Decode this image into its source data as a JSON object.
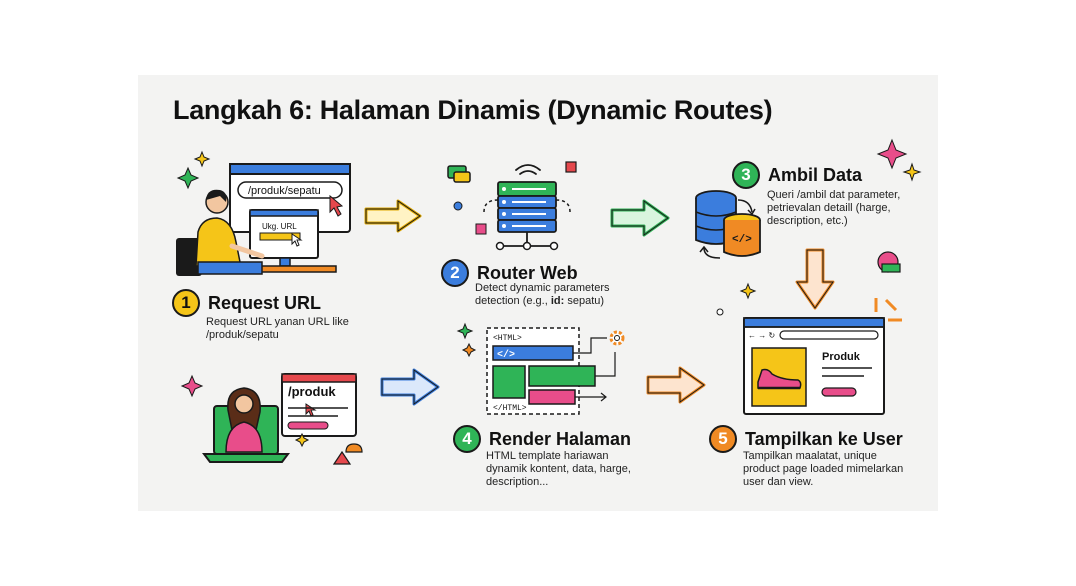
{
  "title": "Langkah 6: Halaman Dinamis (Dynamic Routes)",
  "steps": [
    {
      "number": "1",
      "title": "Request URL",
      "desc_line1": "Request URL yanan URL like",
      "desc_line2": "/produk/sepatu"
    },
    {
      "number": "2",
      "title": "Router Web",
      "desc_line1": "Detect dynamic parameters",
      "desc_prefix": "detection (e.g., ",
      "desc_key": "id:",
      "desc_suffix": " sepatu)"
    },
    {
      "number": "3",
      "title": "Ambil Data",
      "desc_line1": "Queri /ambil dat parameter,",
      "desc_line2": "petrievalan detaill (harge,",
      "desc_line3": "description, etc.)"
    },
    {
      "number": "4",
      "title": "Render Halaman",
      "desc_line1": "HTML template hariawan",
      "desc_line2": "dynamik kontent, data, harge,",
      "desc_line3": "description..."
    },
    {
      "number": "5",
      "title": "Tampilkan ke User",
      "desc_line1": "Tampilkan maalatat, unique",
      "desc_line2": "product page loaded mimelarkan",
      "desc_line3": "user dan view."
    }
  ],
  "illustrations": {
    "browser_url": "/produk/sepatu",
    "screen_label": "Ukg. URL",
    "laptop_url": "/produk",
    "template_open": "<HTML>",
    "template_code": "</>",
    "template_close": "</HTML>",
    "db_code": "</>",
    "result_product": "Produk"
  },
  "colors": {
    "yellow": "#f5c518",
    "blue": "#3b7ddd",
    "green": "#2fb457",
    "orange": "#f08a24",
    "pink": "#e84d8a",
    "red_accent": "#e5484d"
  }
}
